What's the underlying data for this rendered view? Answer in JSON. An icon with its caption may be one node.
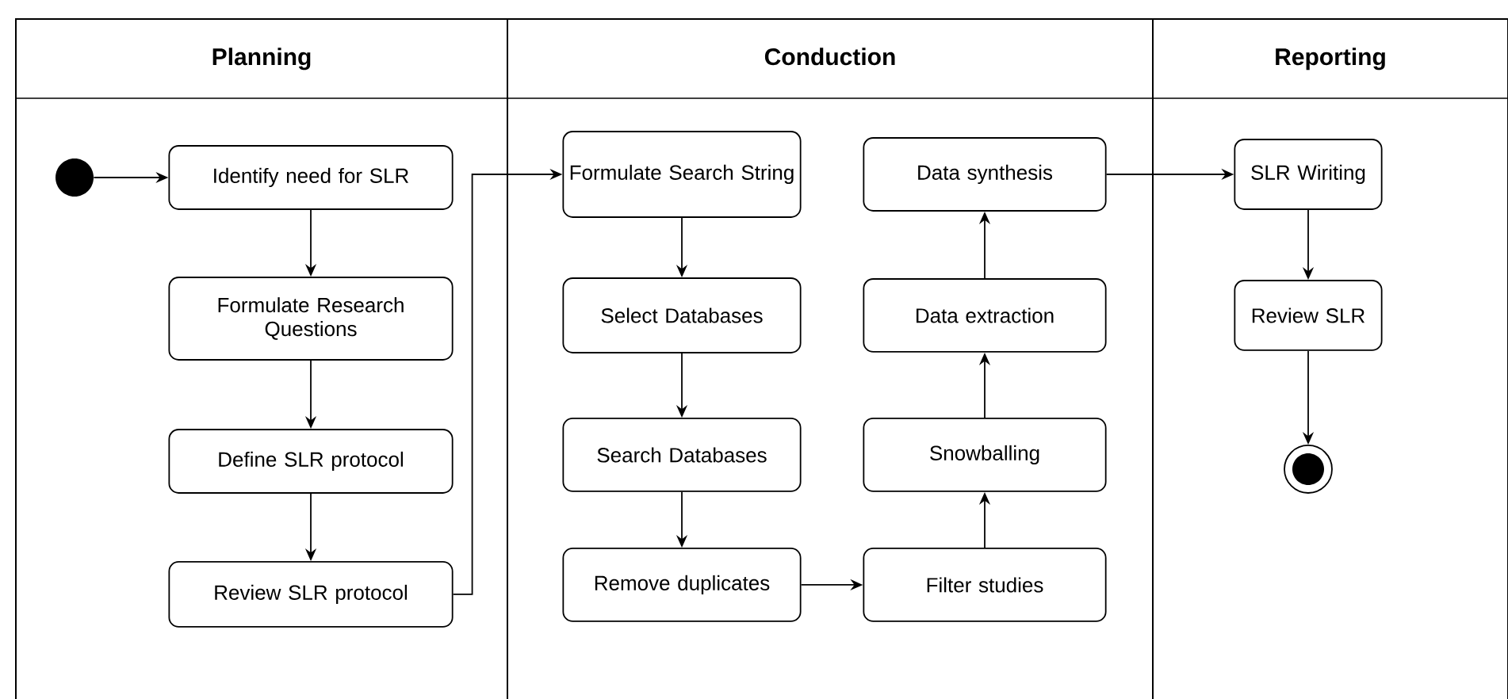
{
  "diagram": {
    "nodes": [
      {
        "text": [
          "Planning"
        ]
      },
      {
        "text": [
          "Conduction"
        ]
      },
      {
        "text": [
          "Reporting"
        ]
      },
      {
        "text": [],
        "shape": "circle",
        "in": 0
      },
      {
        "text": [
          "Identify need for SLR"
        ],
        "in": 0
      },
      {
        "text": [
          "Formulate Research Questions"
        ],
        "in": 0
      },
      {
        "text": [
          "Define SLR protocol"
        ],
        "in": 0
      },
      {
        "text": [
          "Review SLR protocol"
        ],
        "in": 0
      },
      {
        "text": [
          "Formulate Search String"
        ],
        "in": 1
      },
      {
        "text": [
          "Select Databases"
        ],
        "in": 1
      },
      {
        "text": [
          "Search Databases"
        ],
        "in": 1
      },
      {
        "text": [
          "Remove duplicates"
        ],
        "in": 1
      },
      {
        "text": [
          "Filter studies"
        ],
        "in": 1
      },
      {
        "text": [
          "Snowballing"
        ],
        "in": 1
      },
      {
        "text": [
          "Data extraction"
        ],
        "in": 1
      },
      {
        "text": [
          "Data synthesis"
        ],
        "in": 1
      },
      {
        "text": [
          "SLR Wiriting"
        ],
        "in": 2
      },
      {
        "text": [
          "Review SLR"
        ],
        "in": 2
      },
      {
        "text": [],
        "shape": "bullseye",
        "in": 2
      }
    ],
    "edges": [
      {
        "from": 3,
        "to": 4,
        "arrow": "to"
      },
      {
        "from": 4,
        "to": 5,
        "arrow": "to"
      },
      {
        "from": 5,
        "to": 6,
        "arrow": "to"
      },
      {
        "from": 6,
        "to": 7,
        "arrow": "to"
      },
      {
        "from": 7,
        "to": 8,
        "arrow": "to"
      },
      {
        "from": 8,
        "to": 9,
        "arrow": "to"
      },
      {
        "from": 9,
        "to": 10,
        "arrow": "to"
      },
      {
        "from": 10,
        "to": 11,
        "arrow": "to"
      },
      {
        "from": 11,
        "to": 12,
        "arrow": "to"
      },
      {
        "from": 12,
        "to": 13,
        "arrow": "to"
      },
      {
        "from": 13,
        "to": 14,
        "arrow": "to"
      },
      {
        "from": 14,
        "to": 15,
        "arrow": "to"
      },
      {
        "from": 15,
        "to": 16,
        "arrow": "to"
      },
      {
        "from": 16,
        "to": 17,
        "arrow": "to"
      },
      {
        "from": 17,
        "to": 18,
        "arrow": "to"
      }
    ]
  }
}
